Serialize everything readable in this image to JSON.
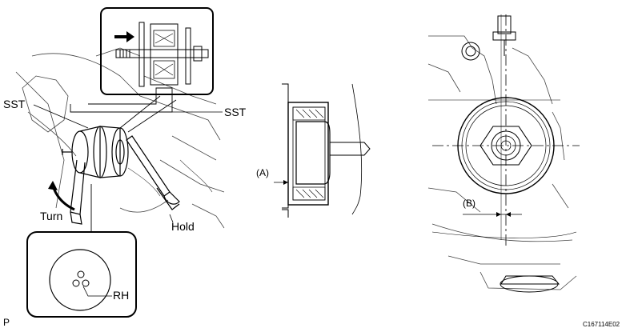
{
  "labels": {
    "sst_left": "SST",
    "sst_right": "SST",
    "turn": "Turn",
    "hold": "Hold",
    "rh": "RH",
    "a": "(A)",
    "b": "(B)",
    "p": "P",
    "figure_code": "C167114E02"
  }
}
